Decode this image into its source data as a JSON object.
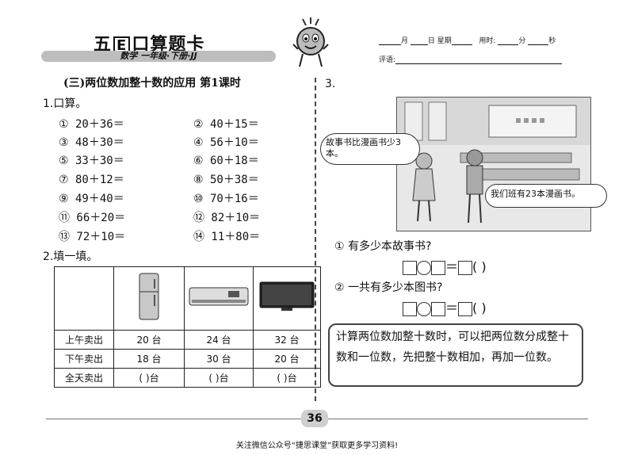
{
  "header": {
    "brand_pre": "五",
    "brand_e": "E",
    "brand_post": "口算题卡",
    "subject_line": "数学 一年级·下册·JJ",
    "month_label": "月",
    "day_label": "日",
    "weekday_label": "星期",
    "time_label": "用时:",
    "minute_label": "分",
    "second_label": "秒",
    "comment_label": "评语:"
  },
  "lesson_title": "(三)两位数加整十数的应用   第1课时",
  "q1": {
    "title": "1.口算。",
    "problems": [
      "① 20＋36＝",
      "② 40＋15＝",
      "③ 48＋30＝",
      "④ 56＋10＝",
      "⑤ 33＋30＝",
      "⑥ 60＋18＝",
      "⑦ 80＋12＝",
      "⑧ 50＋38＝",
      "⑨ 49＋40＝",
      "⑩ 70＋16＝",
      "⑪ 66＋20＝",
      "⑫ 82＋10＝",
      "⑬ 72＋10＝",
      "⑭ 11＋80＝"
    ]
  },
  "q2": {
    "title": "2.填一填。",
    "rows": [
      {
        "label": "上午卖出",
        "values": [
          "20 台",
          "24 台",
          "32 台"
        ]
      },
      {
        "label": "下午卖出",
        "values": [
          "18 台",
          "30 台",
          "20 台"
        ]
      },
      {
        "label": "全天卖出",
        "values": [
          "(    )台",
          "(    )台",
          "(    )台"
        ]
      }
    ],
    "icons": [
      "refrigerator-icon",
      "air-conditioner-icon",
      "television-icon"
    ]
  },
  "q3": {
    "number": "3.",
    "bubble_left": "故事书比漫画书少3本。",
    "bubble_right": "我们班有23本漫画书。",
    "sub1": "① 有多少本故事书?",
    "sub2": "② 一共有多少本图书?",
    "eq_sign": "＝",
    "paren": "(    )"
  },
  "tip": "计算两位数加整十数时，可以把两位数分成整十数和一位数，先把整十数相加，再加一位数。",
  "page_number": "36",
  "footnote": "关注微信公众号“捷思课堂”获取更多学习资料!"
}
